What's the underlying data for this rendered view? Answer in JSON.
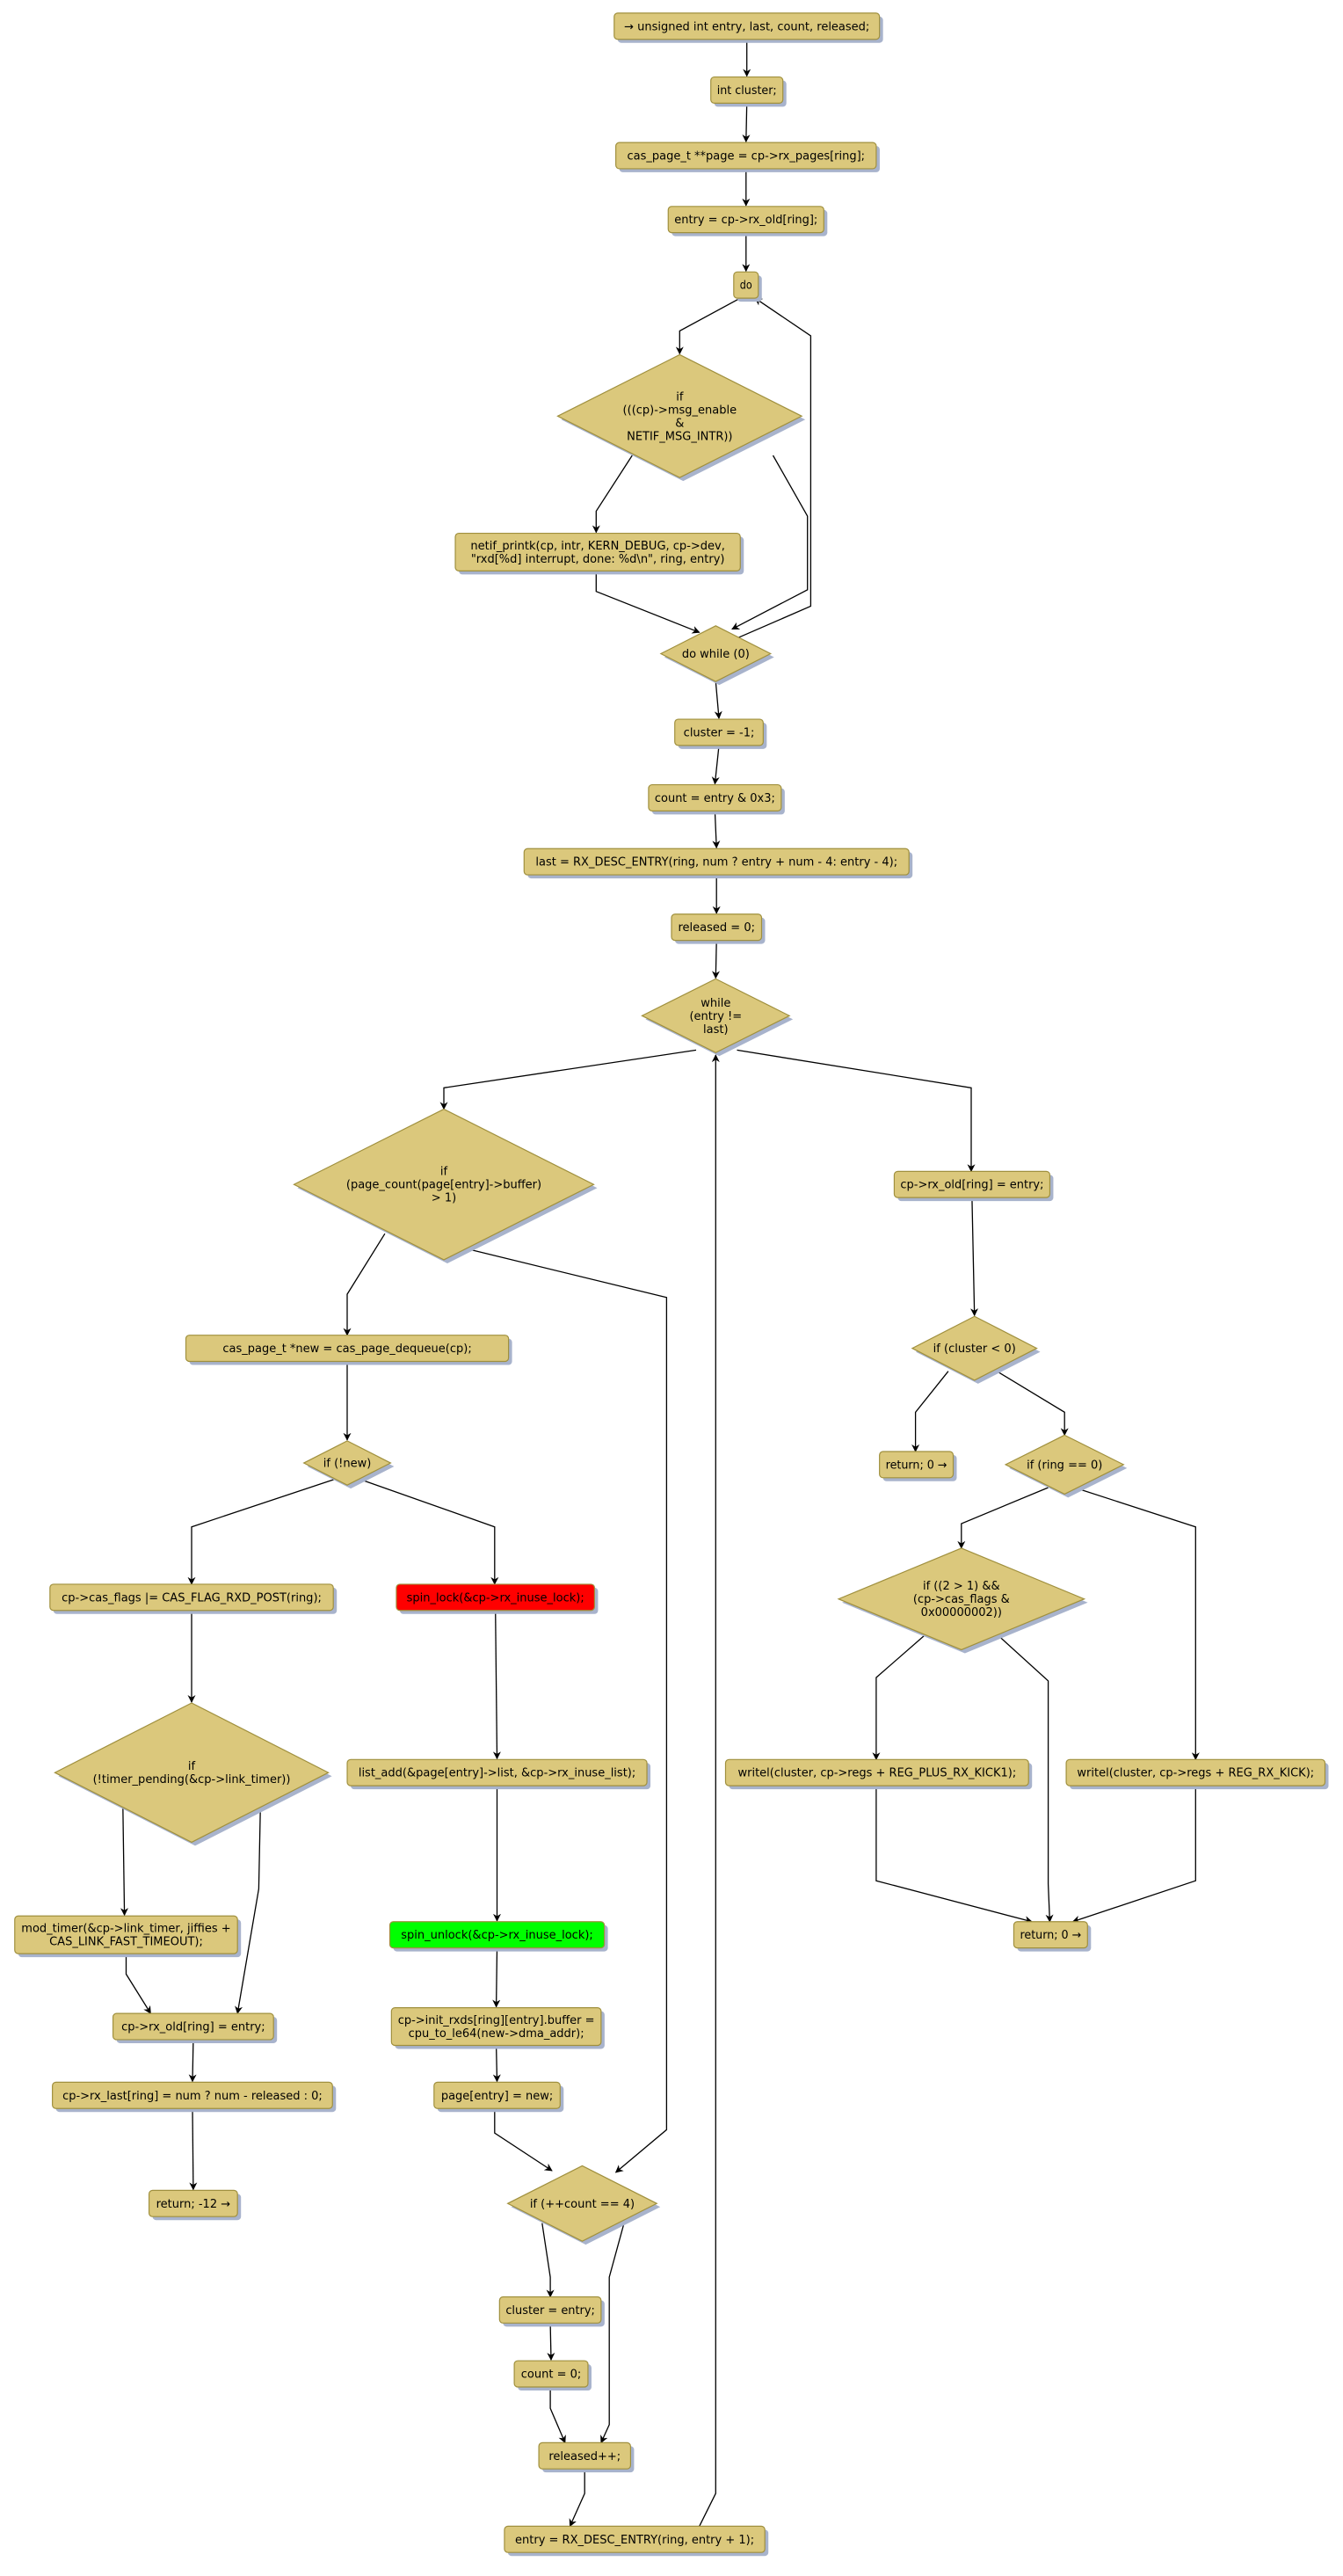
{
  "colors": {
    "fill": "#dbc87c",
    "stroke": "#a0903e",
    "shadow": "#a8b3cc",
    "edge": "#000000"
  },
  "nodes": [
    {
      "id": "n1",
      "type": "box",
      "lines": [
        "→ unsigned int entry, last, count, released;"
      ]
    },
    {
      "id": "n2",
      "type": "box",
      "lines": [
        "int cluster;"
      ]
    },
    {
      "id": "n3",
      "type": "box",
      "lines": [
        "cas_page_t **page = cp->rx_pages[ring];"
      ]
    },
    {
      "id": "n4",
      "type": "box",
      "lines": [
        "entry = cp->rx_old[ring];"
      ]
    },
    {
      "id": "n5",
      "type": "box",
      "lines": [
        "do"
      ]
    },
    {
      "id": "n6",
      "type": "diamond",
      "lines": [
        "if",
        "(((cp)->msg_enable",
        "&",
        "NETIF_MSG_INTR))"
      ]
    },
    {
      "id": "n7",
      "type": "box",
      "lines": [
        "netif_printk(cp, intr, KERN_DEBUG, cp->dev,",
        "\"rxd[%d] interrupt, done: %d\\n\", ring, entry)"
      ]
    },
    {
      "id": "n8",
      "type": "diamond",
      "lines": [
        "do while (0)"
      ]
    },
    {
      "id": "n9",
      "type": "box",
      "lines": [
        "cluster = -1;"
      ]
    },
    {
      "id": "n10",
      "type": "box",
      "lines": [
        "count = entry & 0x3;"
      ]
    },
    {
      "id": "n11",
      "type": "box",
      "lines": [
        "last = RX_DESC_ENTRY(ring, num ? entry + num - 4: entry - 4);"
      ]
    },
    {
      "id": "n12",
      "type": "box",
      "lines": [
        "released = 0;"
      ]
    },
    {
      "id": "n13",
      "type": "diamond",
      "lines": [
        "while",
        "(entry !=",
        "last)"
      ]
    },
    {
      "id": "n14",
      "type": "diamond",
      "lines": [
        "if",
        "(page_count(page[entry]->buffer)",
        "> 1)"
      ]
    },
    {
      "id": "n15",
      "type": "box",
      "lines": [
        "cp->rx_old[ring] = entry;"
      ]
    },
    {
      "id": "n16",
      "type": "box",
      "lines": [
        "cas_page_t *new = cas_page_dequeue(cp);"
      ]
    },
    {
      "id": "n17",
      "type": "diamond",
      "lines": [
        "if (!new)"
      ]
    },
    {
      "id": "n18",
      "type": "diamond",
      "lines": [
        "if (cluster < 0)"
      ]
    },
    {
      "id": "n19",
      "type": "box",
      "lines": [
        "return; 0 →"
      ]
    },
    {
      "id": "n20",
      "type": "diamond",
      "lines": [
        "if (ring == 0)"
      ]
    },
    {
      "id": "n21",
      "type": "box",
      "lines": [
        "cp->cas_flags |= CAS_FLAG_RXD_POST(ring);"
      ]
    },
    {
      "id": "n22",
      "type": "box",
      "lines": [
        "spin_lock(&cp->rx_inuse_lock);"
      ],
      "fill": "#ff0000"
    },
    {
      "id": "n23",
      "type": "diamond",
      "lines": [
        "if ((2 > 1) &&",
        "(cp->cas_flags &",
        "0x00000002))"
      ]
    },
    {
      "id": "n24",
      "type": "diamond",
      "lines": [
        "if",
        "(!timer_pending(&cp->link_timer))"
      ]
    },
    {
      "id": "n25",
      "type": "box",
      "lines": [
        "list_add(&page[entry]->list, &cp->rx_inuse_list);"
      ]
    },
    {
      "id": "n26",
      "type": "box",
      "lines": [
        "writel(cluster, cp->regs + REG_PLUS_RX_KICK1);"
      ]
    },
    {
      "id": "n27",
      "type": "box",
      "lines": [
        "writel(cluster, cp->regs + REG_RX_KICK);"
      ]
    },
    {
      "id": "n28",
      "type": "box",
      "lines": [
        "mod_timer(&cp->link_timer, jiffies +",
        "CAS_LINK_FAST_TIMEOUT);"
      ]
    },
    {
      "id": "n29",
      "type": "box",
      "lines": [
        "spin_unlock(&cp->rx_inuse_lock);"
      ],
      "fill": "#00ff00"
    },
    {
      "id": "n30",
      "type": "box",
      "lines": [
        "return; 0 →"
      ]
    },
    {
      "id": "n31",
      "type": "box",
      "lines": [
        "cp->rx_old[ring]  = entry;"
      ]
    },
    {
      "id": "n32",
      "type": "box",
      "lines": [
        "cp->init_rxds[ring][entry].buffer =",
        "cpu_to_le64(new->dma_addr);"
      ]
    },
    {
      "id": "n33",
      "type": "box",
      "lines": [
        "cp->rx_last[ring] = num ? num - released : 0;"
      ]
    },
    {
      "id": "n34",
      "type": "box",
      "lines": [
        "page[entry] = new;"
      ]
    },
    {
      "id": "n35",
      "type": "box",
      "lines": [
        "return; -12 →"
      ]
    },
    {
      "id": "n36",
      "type": "diamond",
      "lines": [
        "if (++count == 4)"
      ]
    },
    {
      "id": "n37",
      "type": "box",
      "lines": [
        "cluster = entry;"
      ]
    },
    {
      "id": "n38",
      "type": "box",
      "lines": [
        "count = 0;"
      ]
    },
    {
      "id": "n39",
      "type": "box",
      "lines": [
        "released++;"
      ]
    },
    {
      "id": "n40",
      "type": "box",
      "lines": [
        "entry = RX_DESC_ENTRY(ring, entry + 1);"
      ]
    }
  ],
  "edges": [
    [
      "n1",
      "n2"
    ],
    [
      "n2",
      "n3"
    ],
    [
      "n3",
      "n4"
    ],
    [
      "n4",
      "n5"
    ],
    [
      "n5",
      "n6"
    ],
    [
      "n6",
      "n7"
    ],
    [
      "n6",
      "n8"
    ],
    [
      "n7",
      "n8"
    ],
    [
      "n8",
      "n5"
    ],
    [
      "n8",
      "n9"
    ],
    [
      "n9",
      "n10"
    ],
    [
      "n10",
      "n11"
    ],
    [
      "n11",
      "n12"
    ],
    [
      "n12",
      "n13"
    ],
    [
      "n13",
      "n14"
    ],
    [
      "n13",
      "n15"
    ],
    [
      "n14",
      "n16"
    ],
    [
      "n14",
      "n36"
    ],
    [
      "n16",
      "n17"
    ],
    [
      "n17",
      "n21"
    ],
    [
      "n17",
      "n22"
    ],
    [
      "n15",
      "n18"
    ],
    [
      "n18",
      "n19"
    ],
    [
      "n18",
      "n20"
    ],
    [
      "n20",
      "n23"
    ],
    [
      "n20",
      "n27"
    ],
    [
      "n23",
      "n26"
    ],
    [
      "n23",
      "n30"
    ],
    [
      "n26",
      "n30"
    ],
    [
      "n27",
      "n30"
    ],
    [
      "n21",
      "n24"
    ],
    [
      "n24",
      "n28"
    ],
    [
      "n24",
      "n31"
    ],
    [
      "n28",
      "n31"
    ],
    [
      "n31",
      "n33"
    ],
    [
      "n33",
      "n35"
    ],
    [
      "n22",
      "n25"
    ],
    [
      "n25",
      "n29"
    ],
    [
      "n29",
      "n32"
    ],
    [
      "n32",
      "n34"
    ],
    [
      "n34",
      "n36"
    ],
    [
      "n36",
      "n37"
    ],
    [
      "n36",
      "n39"
    ],
    [
      "n37",
      "n38"
    ],
    [
      "n38",
      "n39"
    ],
    [
      "n39",
      "n40"
    ],
    [
      "n40",
      "n13"
    ]
  ]
}
